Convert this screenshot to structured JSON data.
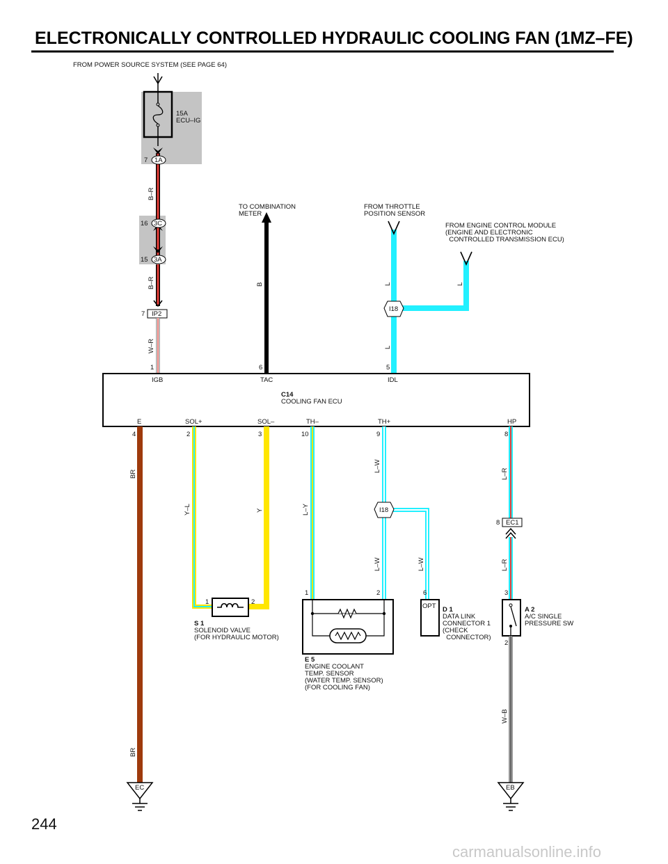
{
  "title": "ELECTRONICALLY CONTROLLED HYDRAULIC COOLING FAN (1MZ–FE)",
  "page_number": "244",
  "watermark": "carmanualsonline.info",
  "sources": {
    "power": "FROM POWER SOURCE SYSTEM (SEE PAGE 64)",
    "combination_meter": [
      "TO COMBINATION",
      "METER"
    ],
    "throttle_sensor": [
      "FROM THROTTLE",
      "POSITION SENSOR"
    ],
    "engine_module": [
      "FROM ENGINE CONTROL MODULE",
      "(ENGINE AND ELECTRONIC",
      "  CONTROLLED TRANSMISSION ECU)"
    ]
  },
  "fuse": {
    "rating": "15A",
    "name": "ECU–IG"
  },
  "connectors": {
    "c1a": {
      "label": "1A",
      "pin": "7"
    },
    "c3c": {
      "label": "3C",
      "pin": "16"
    },
    "c3a": {
      "label": "3A",
      "pin": "15"
    },
    "ip2": {
      "label": "IP2",
      "pin": "7"
    },
    "i18_top": {
      "label": "I18"
    },
    "i18_bottom": {
      "label": "I18"
    },
    "ec1": {
      "label": "EC1",
      "pin": "8"
    }
  },
  "wire_colors": {
    "br_upper": "B–R",
    "br_lower": "B–R",
    "wr": "W–R",
    "b": "B",
    "l1": "L",
    "l2": "L",
    "l3": "L",
    "br_left_upper": "BR",
    "br_left_lower": "BR",
    "yl": "Y–L",
    "y": "Y",
    "ly": "L–Y",
    "lw1": "L–W",
    "lw2": "L–W",
    "lw3": "L–W",
    "lr1": "L–R",
    "lr2": "L–R",
    "wb": "W–B"
  },
  "ecu": {
    "id": "C14",
    "name": "COOLING FAN ECU",
    "top_terminals": [
      {
        "name": "IGB",
        "pin": "1"
      },
      {
        "name": "TAC",
        "pin": "6"
      },
      {
        "name": "IDL",
        "pin": "5"
      }
    ],
    "bottom_terminals": [
      {
        "name": "E",
        "pin": "4"
      },
      {
        "name": "SOL+",
        "pin": "2"
      },
      {
        "name": "SOL–",
        "pin": "3"
      },
      {
        "name": "TH–",
        "pin": "10"
      },
      {
        "name": "TH+",
        "pin": "9"
      },
      {
        "name": "HP",
        "pin": "8"
      }
    ]
  },
  "components": {
    "s1": {
      "id": "S 1",
      "lines": [
        "SOLENOID VALVE",
        "(FOR HYDRAULIC MOTOR)"
      ],
      "pins": [
        "1",
        "2"
      ]
    },
    "e5": {
      "id": "E 5",
      "lines": [
        "ENGINE COOLANT",
        "TEMP.  SENSOR",
        "(WATER TEMP.  SENSOR)",
        "(FOR COOLING FAN)"
      ],
      "pins": [
        "1",
        "2"
      ]
    },
    "d1": {
      "id": "D 1",
      "lines": [
        "DATA LINK",
        "CONNECTOR 1",
        "(CHECK",
        "  CONNECTOR)"
      ],
      "terminal": "OPT",
      "pin": "6"
    },
    "a2": {
      "id": "A 2",
      "lines": [
        "A/C SINGLE",
        "PRESSURE SW"
      ],
      "pins": [
        "3",
        "2"
      ]
    }
  },
  "grounds": {
    "ec": "EC",
    "eb": "EB"
  },
  "colors": {
    "b_r": "#e8403a",
    "w_r": "#e8403a",
    "black": "#000000",
    "light_blue": "#22f0ff",
    "brown": "#9e3a0c",
    "yellow": "#ffe600",
    "shade": "#c4c4c4"
  }
}
